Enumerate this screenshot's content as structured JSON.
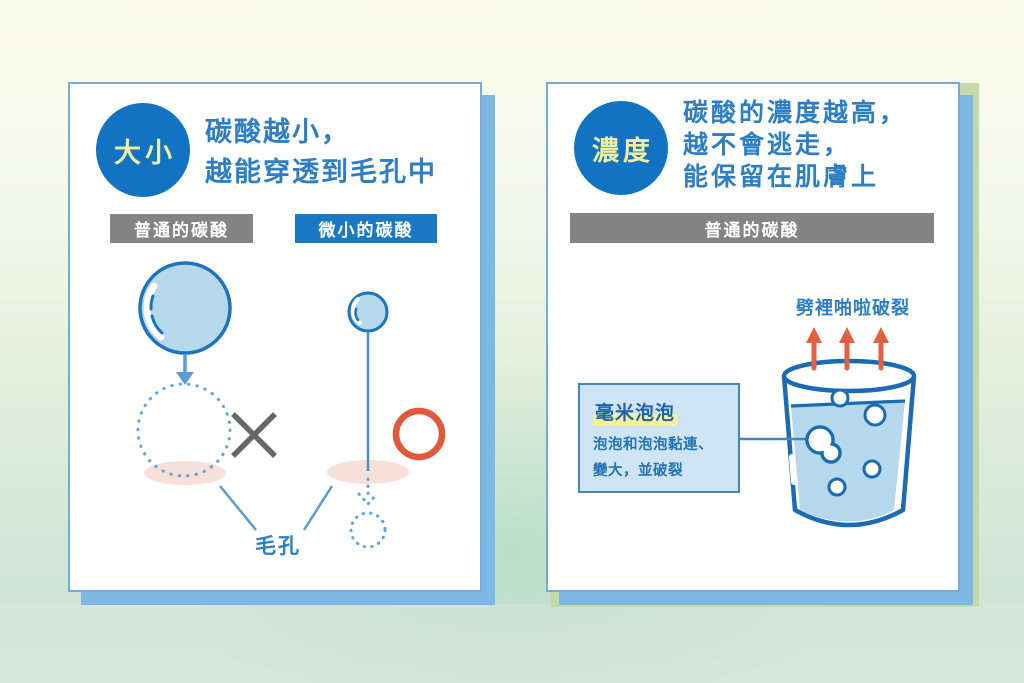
{
  "panels": {
    "size": {
      "badge": "大小",
      "heading": [
        "碳酸越小，",
        "越能穿透到毛孔中"
      ],
      "bars": [
        "普通的碳酸",
        "微小的碳酸"
      ],
      "pore_label": "毛孔",
      "marks": {
        "large_bubble_result": "x-mark",
        "small_bubble_result": "o-mark"
      }
    },
    "concentration": {
      "badge": "濃度",
      "heading": [
        "碳酸的濃度越高，",
        "越不會逃走，",
        "能保留在肌膚上"
      ],
      "bar": "普通的碳酸",
      "burst_label": "劈裡啪啦破裂",
      "callout": {
        "title": "毫米泡泡",
        "body": [
          "泡泡和泡泡黏連、",
          "變大，並破裂"
        ]
      }
    }
  },
  "colors": {
    "badge_bg": "#1173c2",
    "badge_text": "#f0eea1",
    "heading_text": "#2e7ec4",
    "bar_gray": "#848484",
    "bar_blue": "#1a78c4",
    "card_border": "#74abdc",
    "card_shadow_blue": "#7cb8e4",
    "card_accent_green": "#c3d9a8",
    "bubble_fill": "#b5d8ec",
    "bubble_stroke": "#1e73c0",
    "dotted_stroke": "#64a3da",
    "pore_pink": "#f7e0da",
    "x_mark": "#676767",
    "o_mark": "#e2583b",
    "burst_arrow": "#e16040",
    "glass_stroke": "#1a6bb3",
    "water_fill": "#b6d8ec",
    "callout_bg": "#cfe5f6",
    "callout_border": "#4285c4",
    "highlight_yellow": "#f7ef9a"
  }
}
